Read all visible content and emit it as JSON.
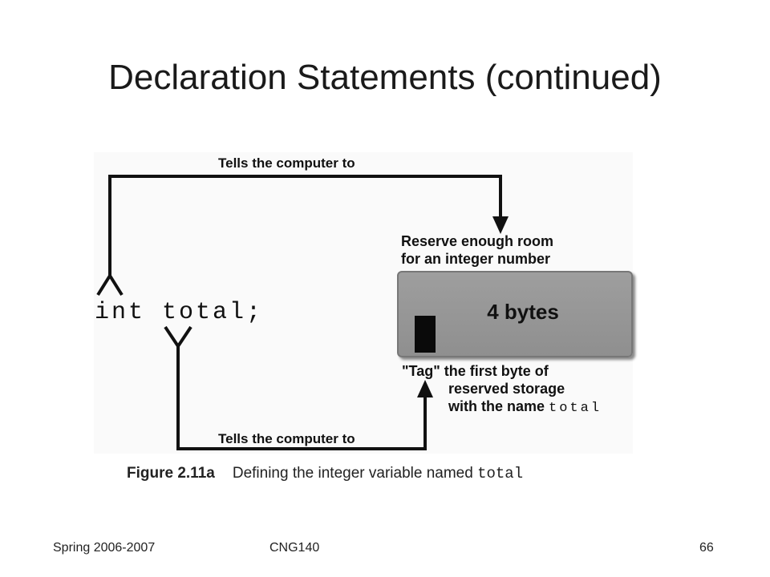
{
  "slide": {
    "title": "Declaration Statements (continued)"
  },
  "figure": {
    "top_arrow_label": "Tells the computer to",
    "bottom_arrow_label": "Tells the computer to",
    "declaration": "int total;",
    "reserve_text_line1": "Reserve enough room",
    "reserve_text_line2": "for an integer number",
    "memory_box_label": "4 bytes",
    "tag_text_line1": "\"Tag\" the first byte of",
    "tag_text_line2": "reserved storage",
    "tag_text_line3_prefix": "with the name",
    "tag_text_line3_name": "total",
    "caption_number": "Figure 2.11a",
    "caption_text": "Defining the integer variable named",
    "caption_var": "total"
  },
  "footer": {
    "left": "Spring 2006-2007",
    "center": "CNG140",
    "right": "66"
  }
}
